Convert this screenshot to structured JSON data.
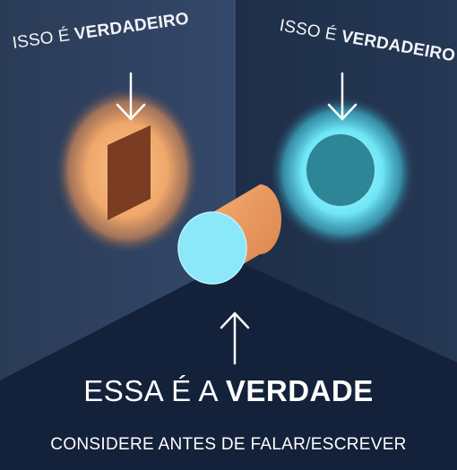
{
  "left_label": {
    "prefix": "ISSO É",
    "emphasis": "VERDADEIRO"
  },
  "right_label": {
    "prefix": "ISSO É",
    "emphasis": "VERDADEIRO"
  },
  "main_caption": {
    "prefix": "ESSA É A",
    "emphasis": "VERDADE"
  },
  "footer_text": "CONSIDERE ANTES DE FALAR/ESCREVER",
  "colors": {
    "left_wall": "#2d3f5a",
    "right_wall": "#233450",
    "floor": "#14213a",
    "orange_glow": "#f0a76a",
    "orange_shape": "#7a3c22",
    "cyan_glow": "#6fe6f6",
    "cyan_shape": "#2e8596",
    "cylinder_body": "#e8925a",
    "cylinder_face": "#8ae8f8"
  }
}
